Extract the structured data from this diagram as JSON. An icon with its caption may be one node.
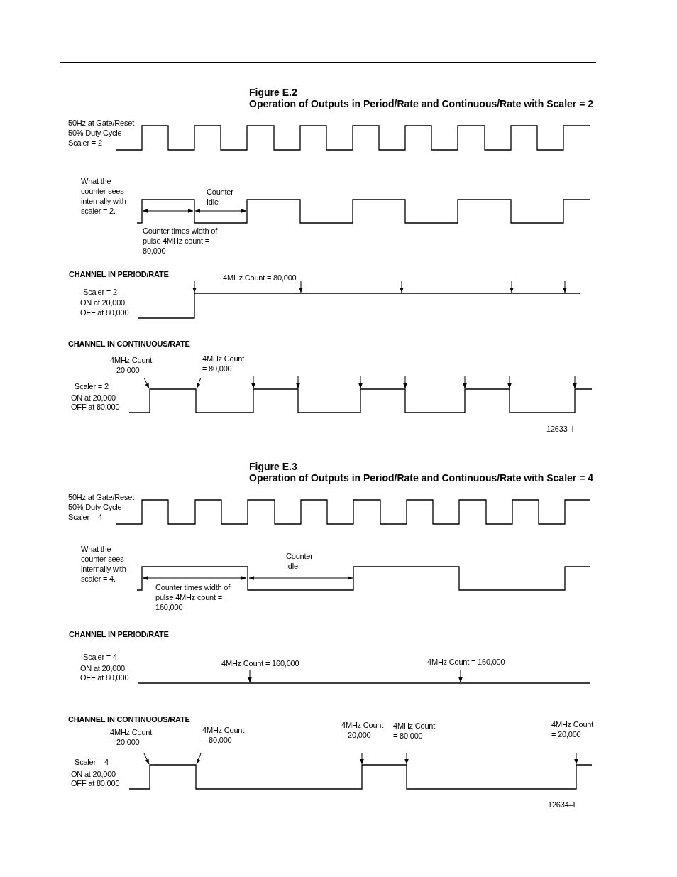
{
  "diagram": {
    "labels": [
      "Figure E.2",
      "Operation of Outputs in Period/Rate and Continuous/Rate with Scaler = 2",
      "50Hz at Gate/Reset 50% Duty Cycle Scaler = 2",
      "What the counter sees internally with scaler = 2.",
      "Counter Idle",
      "Counter times width of pulse 4MHz count = 80,000",
      "CHANNEL IN PERIOD/RATE",
      "4MHz Count = 80,000",
      "Scaler = 2",
      "ON at 20,000",
      "OFF at 80,000",
      "CHANNEL IN CONTINUOUS/RATE",
      "4MHz Count = 20,000",
      "4MHz Count = 80,000",
      "Scaler = 2",
      "ON at 20,000",
      "OFF at 80,000",
      "12633–I",
      "Figure E.3",
      "Operation of Outputs in Period/Rate and Continuous/Rate with Scaler = 4",
      "50Hz at Gate/Reset 50% Duty Cycle Scaler = 4",
      "What the counter sees internally with scaler = 4.",
      "Counter Idle",
      "Counter times width of pulse 4MHz count = 160,000",
      "CHANNEL IN PERIOD/RATE",
      "4MHz Count = 160,000",
      "4MHz Count = 160,000",
      "Scaler = 4",
      "ON at 20,000",
      "OFF at 80,000",
      "CHANNEL IN CONTINUOUS/RATE",
      "4MHz Count = 20,000",
      "4MHz Count = 80,000",
      "4MHz Count = 20,000",
      "4MHz Count = 80,000",
      "4MHz Count = 20,000",
      "Scaler = 4",
      "ON at 20,000",
      "OFF at 80,000",
      "12634–I"
    ]
  }
}
